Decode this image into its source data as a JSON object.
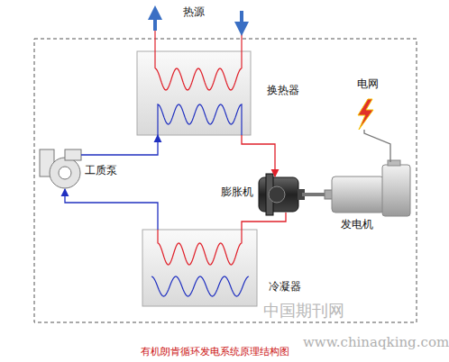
{
  "diagram": {
    "caption": "有机朗肯循环发电系统原理结构图",
    "nodes": [
      {
        "text": [
          "换热器"
        ]
      },
      {
        "text": [
          "电网"
        ]
      },
      {
        "text": [
          "工质泵"
        ]
      },
      {
        "text": [
          "膨胀机"
        ]
      },
      {
        "text": [
          "发电机"
        ]
      },
      {
        "text": [
          "冷凝器"
        ]
      }
    ],
    "edges": [
      {
        "from": 2,
        "to": 0,
        "arrow": "to"
      },
      {
        "from": 0,
        "to": 3,
        "arrow": "to"
      },
      {
        "from": 3,
        "to": 4,
        "arrow": "none"
      },
      {
        "from": 3,
        "to": 5,
        "arrow": "none"
      },
      {
        "from": 5,
        "to": 2,
        "arrow": "to"
      },
      {
        "from": 4,
        "to": 1,
        "arrow": "none"
      }
    ],
    "labels": [
      "热源",
      "中国期刊网",
      "www.chinaqking.com"
    ]
  }
}
